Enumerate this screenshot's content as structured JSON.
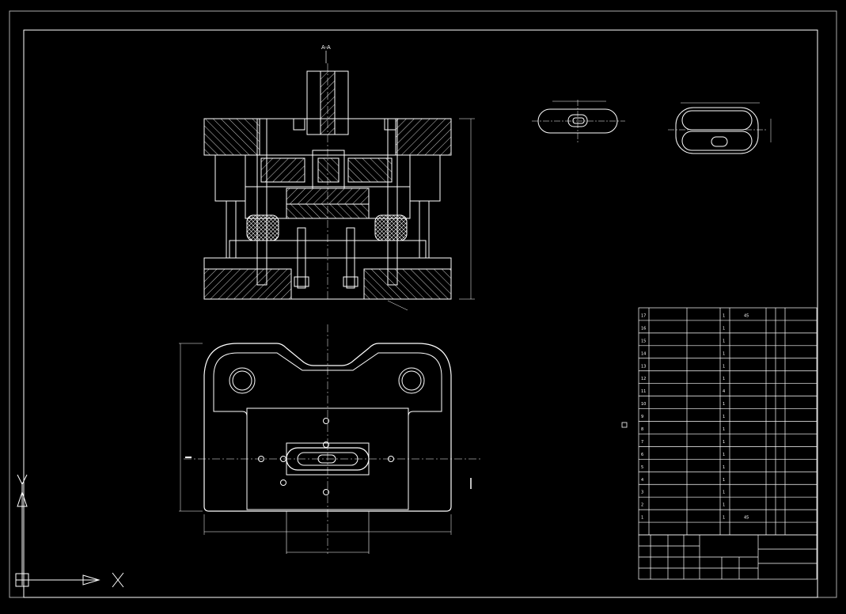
{
  "drawing": {
    "background": "#000000",
    "line_color": "#ffffff",
    "section_label": "A-A",
    "section_title": "",
    "strip_title": "",
    "part_title": "",
    "tech_title": "",
    "tech_lines": [],
    "dims": {
      "height": "",
      "width": "",
      "depth": ""
    }
  },
  "bom": {
    "row_numbers": [
      "17",
      "16",
      "15",
      "14",
      "13",
      "12",
      "11",
      "10",
      "9",
      "8",
      "7",
      "6",
      "5",
      "4",
      "3",
      "2",
      "1"
    ],
    "quantities": [
      "1",
      "1",
      "1",
      "1",
      "1",
      "1",
      "4",
      "1",
      "1",
      "1",
      "1",
      "1",
      "1",
      "1",
      "1",
      "1",
      "1"
    ],
    "materials": [
      "45",
      "",
      "",
      "",
      "",
      "",
      "",
      "",
      "",
      "",
      "",
      "",
      "",
      "",
      "",
      "",
      "45"
    ]
  },
  "ucs": {
    "x_label": "",
    "y_label": ""
  }
}
